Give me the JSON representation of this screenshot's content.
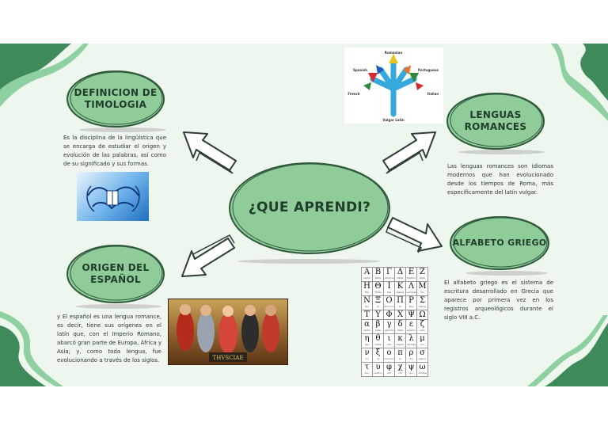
{
  "center": {
    "title": "¿QUE APRENDI?"
  },
  "etimologia": {
    "title_line1": "DEFINICION DE",
    "title_line2": "TIMOLOGIA",
    "body": "Es la disciplina de la lingüística que se encarga de estudiar el origen y evolución de las palabras, así como de su significado y sus formas."
  },
  "lenguas": {
    "title_line1": "LENGUAS",
    "title_line2": "ROMANCES",
    "body": "Las lenguas romances son idiomas modernos que han evolucionado desde los tiempos de Roma, más específicamente del latín vulgar."
  },
  "origen": {
    "title_line1": "ORIGEN DEL",
    "title_line2": "ESPAÑOL",
    "body": "y El español es una lengua romance, es decir, tiene sus orígenes en el latín que, con el Imperio Romano, abarcó gran parte de Europa, África y Asia; y, como toda lengua, fue evolucionando a través de los siglos."
  },
  "alfabeto": {
    "title": "ALFABETO GRIEGO",
    "body": "El alfabeto griego es el sistema de escritura desarrollado en Grecia que aparece por primera vez en los registros arqueológicos durante el siglo VIII a.C."
  },
  "tree_diagram": {
    "top": "Romanian",
    "left_upper": "Spanish",
    "right_upper": "Portuguese",
    "left_lower": "French",
    "right_lower": "Italian",
    "bottom": "Vulgar Latin"
  },
  "painting": {
    "inscription": "THVSCIAE"
  },
  "greek_upper": [
    [
      {
        "l": "Α",
        "n": "Alpha"
      },
      {
        "l": "Β",
        "n": "Beta"
      },
      {
        "l": "Γ",
        "n": "Gamma"
      },
      {
        "l": "Δ",
        "n": "Delta"
      },
      {
        "l": "Ε",
        "n": "Epsilon"
      },
      {
        "l": "Ζ",
        "n": "Zeta"
      }
    ],
    [
      {
        "l": "Η",
        "n": "Eta"
      },
      {
        "l": "Θ",
        "n": "Theta"
      },
      {
        "l": "Ι",
        "n": "Iota"
      },
      {
        "l": "Κ",
        "n": "Kappa"
      },
      {
        "l": "Λ",
        "n": "Lambda"
      },
      {
        "l": "Μ",
        "n": "Mu"
      }
    ],
    [
      {
        "l": "Ν",
        "n": "Nu"
      },
      {
        "l": "Ξ",
        "n": "Xi"
      },
      {
        "l": "Ο",
        "n": "Omicron"
      },
      {
        "l": "Π",
        "n": "Pi"
      },
      {
        "l": "Ρ",
        "n": "Rho"
      },
      {
        "l": "Σ",
        "n": "Sigma"
      }
    ],
    [
      {
        "l": "Τ",
        "n": "Tau"
      },
      {
        "l": "Υ",
        "n": "Upsilon"
      },
      {
        "l": "Φ",
        "n": "Phi"
      },
      {
        "l": "Χ",
        "n": "Chi"
      },
      {
        "l": "Ψ",
        "n": "Psi"
      },
      {
        "l": "Ω",
        "n": "Omega"
      }
    ]
  ],
  "greek_lower": [
    [
      {
        "l": "α",
        "n": "alpha"
      },
      {
        "l": "β",
        "n": "beta"
      },
      {
        "l": "γ",
        "n": "gamma"
      },
      {
        "l": "δ",
        "n": "delta"
      },
      {
        "l": "ε",
        "n": "epsilon"
      },
      {
        "l": "ζ",
        "n": "zeta"
      }
    ],
    [
      {
        "l": "η",
        "n": "eta"
      },
      {
        "l": "θ",
        "n": "theta"
      },
      {
        "l": "ι",
        "n": "iota"
      },
      {
        "l": "κ",
        "n": "kappa"
      },
      {
        "l": "λ",
        "n": "lambda"
      },
      {
        "l": "μ",
        "n": "mu"
      }
    ],
    [
      {
        "l": "ν",
        "n": "nu"
      },
      {
        "l": "ξ",
        "n": "xi"
      },
      {
        "l": "ο",
        "n": "omicron"
      },
      {
        "l": "π",
        "n": "pi"
      },
      {
        "l": "ρ",
        "n": "rho"
      },
      {
        "l": "σ",
        "n": "sigma"
      }
    ],
    [
      {
        "l": "τ",
        "n": "tau"
      },
      {
        "l": "υ",
        "n": "upsilon"
      },
      {
        "l": "φ",
        "n": "phi"
      },
      {
        "l": "χ",
        "n": "chi"
      },
      {
        "l": "ψ",
        "n": "psi"
      },
      {
        "l": "ω",
        "n": "omega"
      }
    ]
  ],
  "colors": {
    "background": "#eef7ee",
    "ellipse_fill": "#90cc9a",
    "ellipse_stroke": "#2f5a3c",
    "blob_dark": "#3f8a5a",
    "blob_light": "#8fd0a0",
    "arrow_fill": "#ffffff",
    "arrow_stroke": "#2e3e30"
  }
}
